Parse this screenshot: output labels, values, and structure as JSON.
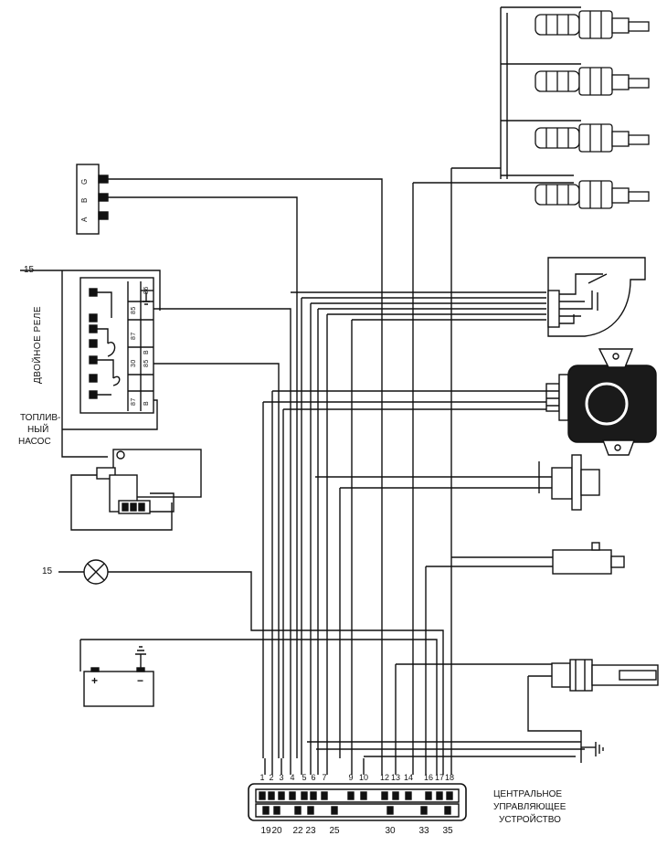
{
  "labels": {
    "terminal_15_top": "15",
    "terminal_15_bottom": "15",
    "double_relay": "ДВОЙНОЕ РЕЛЕ",
    "fuel_pump_line1": "ТОПЛИВ-",
    "fuel_pump_line2": "НЫЙ",
    "fuel_pump_line3": "НАСОС",
    "ecu_line1": "ЦЕНТРАЛЬНОЕ",
    "ecu_line2": "УПРАВЛЯЮЩЕЕ",
    "ecu_line3": "УСТРОЙСТВО"
  },
  "diag_connector": {
    "pins": [
      "G",
      "B",
      "A"
    ]
  },
  "relay": {
    "upper_terminals": [
      "86",
      "85",
      "87",
      "30",
      "85",
      "B"
    ],
    "lower_terminals": [
      "87",
      "B"
    ]
  },
  "ecu_top_pins": [
    "1",
    "2",
    "3",
    "4",
    "5",
    "6",
    "7",
    "9",
    "10",
    "12",
    "13",
    "14",
    "16",
    "17",
    "18"
  ],
  "ecu_bottom_pins": [
    "19",
    "20",
    "22",
    "23",
    "25",
    "30",
    "33",
    "35"
  ],
  "battery": {
    "plus": "+",
    "minus": "−"
  },
  "colors": {
    "ink": "#111111",
    "paper": "#ffffff"
  }
}
